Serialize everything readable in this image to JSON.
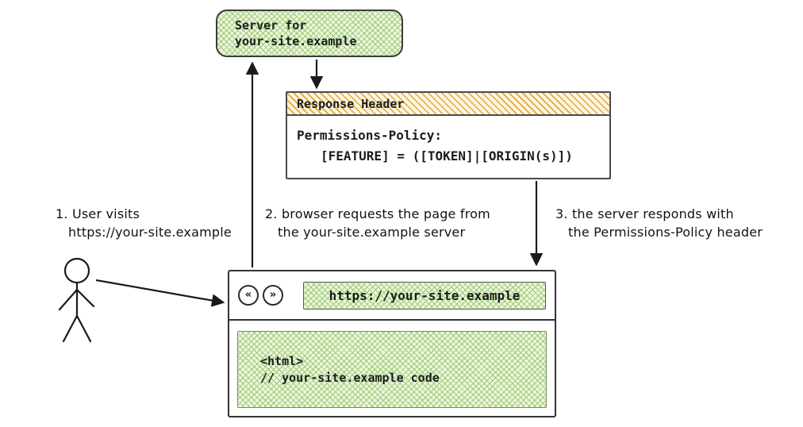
{
  "server": {
    "line1": "Server for",
    "line2": "your-site.example"
  },
  "response_header": {
    "title": "Response Header",
    "body_line1": "Permissions-Policy:",
    "body_line2": "[FEATURE] = ([TOKEN]|[ORIGIN(s)])"
  },
  "browser": {
    "back_icon": "«",
    "forward_icon": "»",
    "url": "https://your-site.example",
    "code_line1": "<html>",
    "code_line2": "// your-site.example code"
  },
  "steps": {
    "step1": {
      "line1": "1. User visits",
      "line2": "https://your-site.example"
    },
    "step2": {
      "line1": "2. browser requests the page from",
      "line2": "the your-site.example server"
    },
    "step3": {
      "line1": "3. the server responds with",
      "line2": "the Permissions-Policy header"
    }
  },
  "colors": {
    "green_fill": "#edf6df",
    "green_hatch": "#9ccb72",
    "orange_fill": "#fdf5de",
    "orange_hatch": "#e2a640",
    "stroke": "#1a1a1a"
  }
}
